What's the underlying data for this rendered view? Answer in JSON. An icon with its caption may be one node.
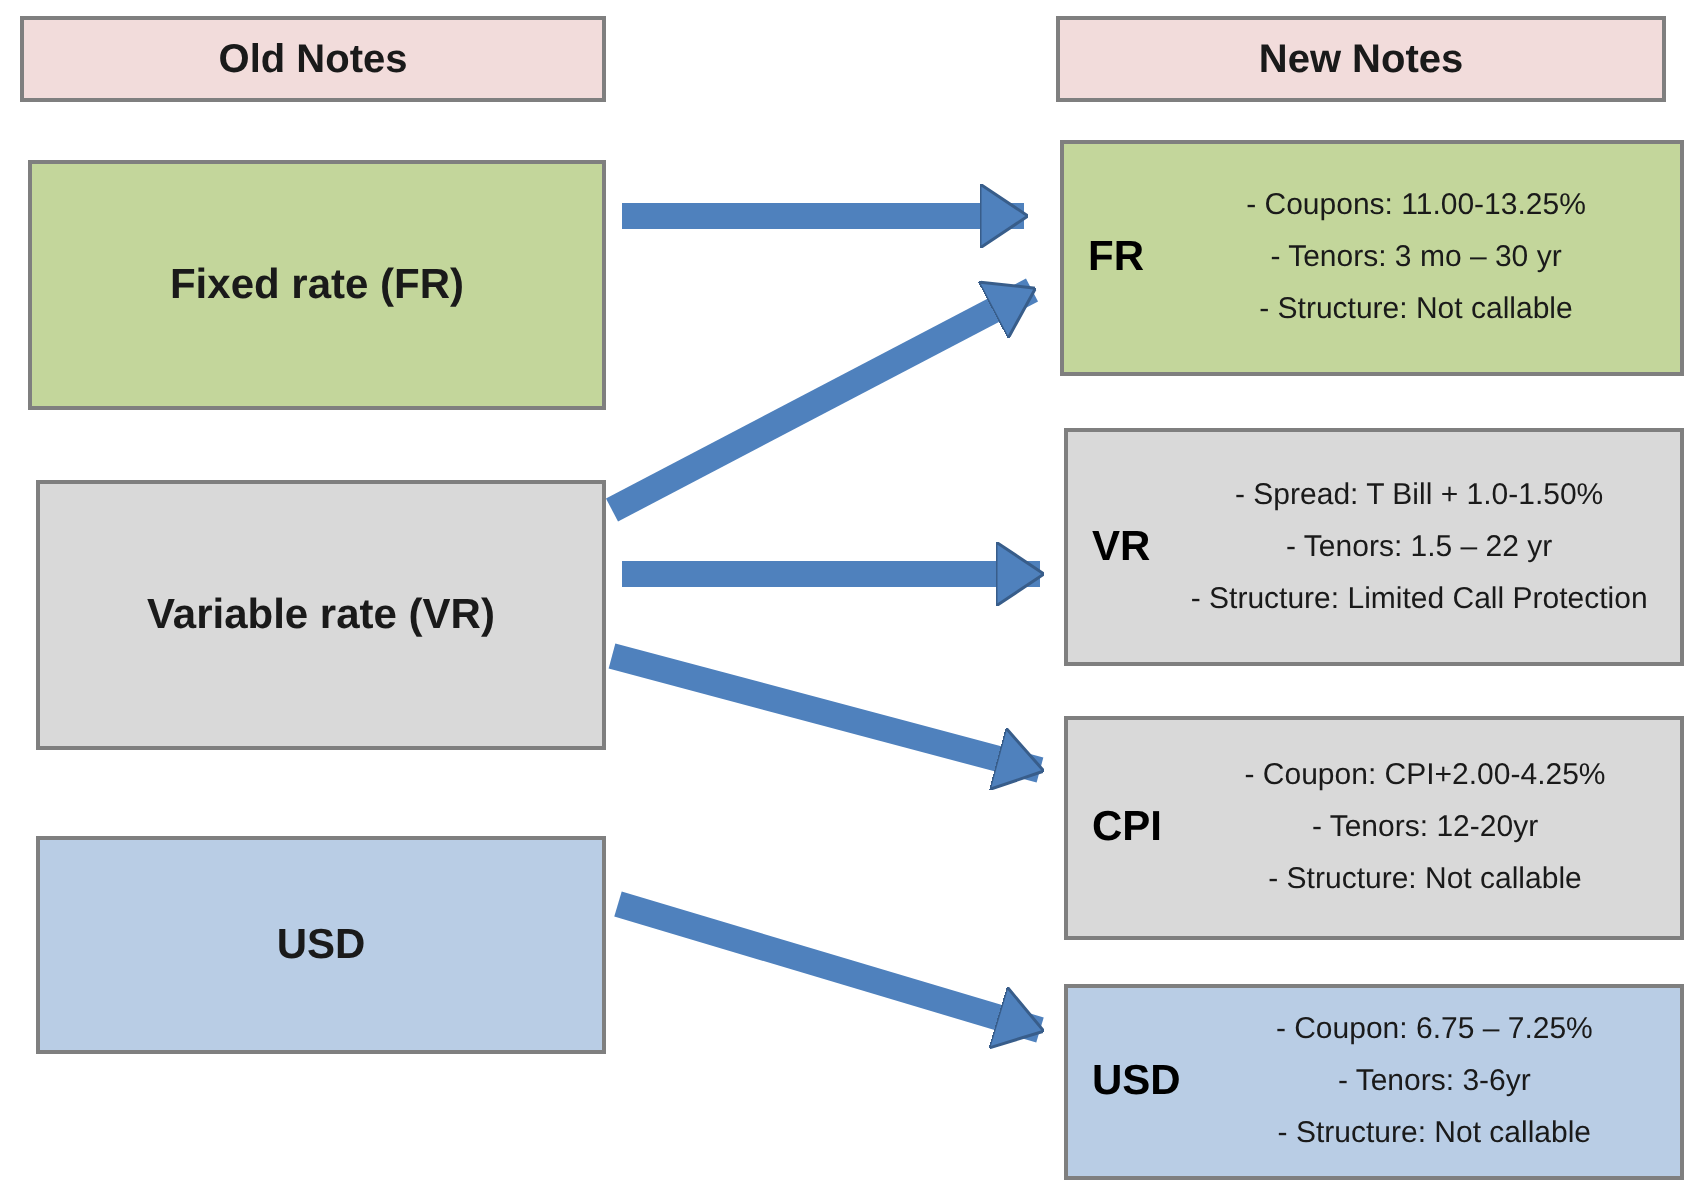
{
  "diagram": {
    "nodes": [
      {
        "text": [
          "Old Notes"
        ]
      },
      {
        "text": [
          "New Notes"
        ]
      },
      {
        "text": [
          "Fixed rate (FR)"
        ]
      },
      {
        "text": [
          "Variable rate (VR)"
        ]
      },
      {
        "text": [
          "USD"
        ]
      },
      {
        "text": [
          "FR",
          "- Coupons: 11.00-13.25%",
          "- Tenors: 3 mo – 30 yr",
          "- Structure: Not callable"
        ]
      },
      {
        "text": [
          "VR",
          "- Spread: T Bill + 1.0-1.50%",
          "- Tenors: 1.5 – 22 yr",
          "- Structure: Limited Call Protection"
        ]
      },
      {
        "text": [
          "CPI",
          "- Coupon: CPI+2.00-4.25%",
          "- Tenors: 12-20yr",
          "- Structure: Not callable"
        ]
      },
      {
        "text": [
          "USD",
          "- Coupon: 6.75 – 7.25%",
          "- Tenors: 3-6yr",
          "- Structure: Not callable"
        ]
      }
    ],
    "edges": [
      {
        "from": 2,
        "to": 5,
        "arrow": "to"
      },
      {
        "from": 3,
        "to": 5,
        "arrow": "to"
      },
      {
        "from": 3,
        "to": 6,
        "arrow": "to"
      },
      {
        "from": 3,
        "to": 7,
        "arrow": "to"
      },
      {
        "from": 4,
        "to": 8,
        "arrow": "to"
      }
    ]
  }
}
